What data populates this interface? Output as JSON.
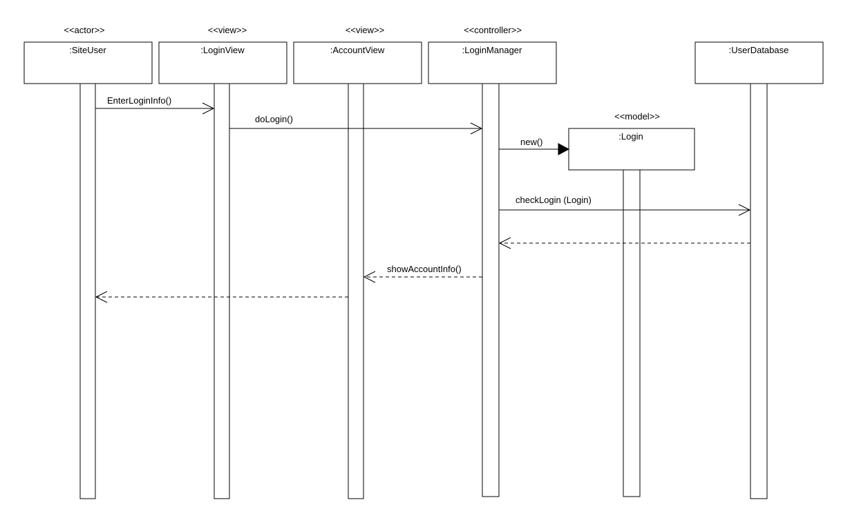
{
  "participants": [
    {
      "id": "siteuser",
      "stereotype": "<<actor>>",
      "name": ":SiteUser"
    },
    {
      "id": "loginview",
      "stereotype": "<<view>>",
      "name": ":LoginView"
    },
    {
      "id": "accountview",
      "stereotype": "<<view>>",
      "name": ":AccountView"
    },
    {
      "id": "loginmanager",
      "stereotype": "<<controller>>",
      "name": ":LoginManager"
    },
    {
      "id": "login",
      "stereotype": "<<model>>",
      "name": ":Login"
    },
    {
      "id": "userdatabase",
      "stereotype": "",
      "name": ":UserDatabase"
    }
  ],
  "messages": [
    {
      "id": "enterlogininfo",
      "label": "EnterLoginInfo()",
      "from": "siteuser",
      "to": "loginview",
      "kind": "sync"
    },
    {
      "id": "dologin",
      "label": "doLogin()",
      "from": "loginview",
      "to": "loginmanager",
      "kind": "sync"
    },
    {
      "id": "new",
      "label": "new()",
      "from": "loginmanager",
      "to": "login",
      "kind": "create"
    },
    {
      "id": "checklogin",
      "label": "checkLogin (Login)",
      "from": "loginmanager",
      "to": "userdatabase",
      "kind": "sync"
    },
    {
      "id": "checklogin-return",
      "label": "",
      "from": "userdatabase",
      "to": "loginmanager",
      "kind": "return"
    },
    {
      "id": "showaccountinfo",
      "label": "showAccountInfo()",
      "from": "loginmanager",
      "to": "accountview",
      "kind": "return"
    },
    {
      "id": "accountview-return",
      "label": "",
      "from": "accountview",
      "to": "siteuser",
      "kind": "return"
    }
  ]
}
